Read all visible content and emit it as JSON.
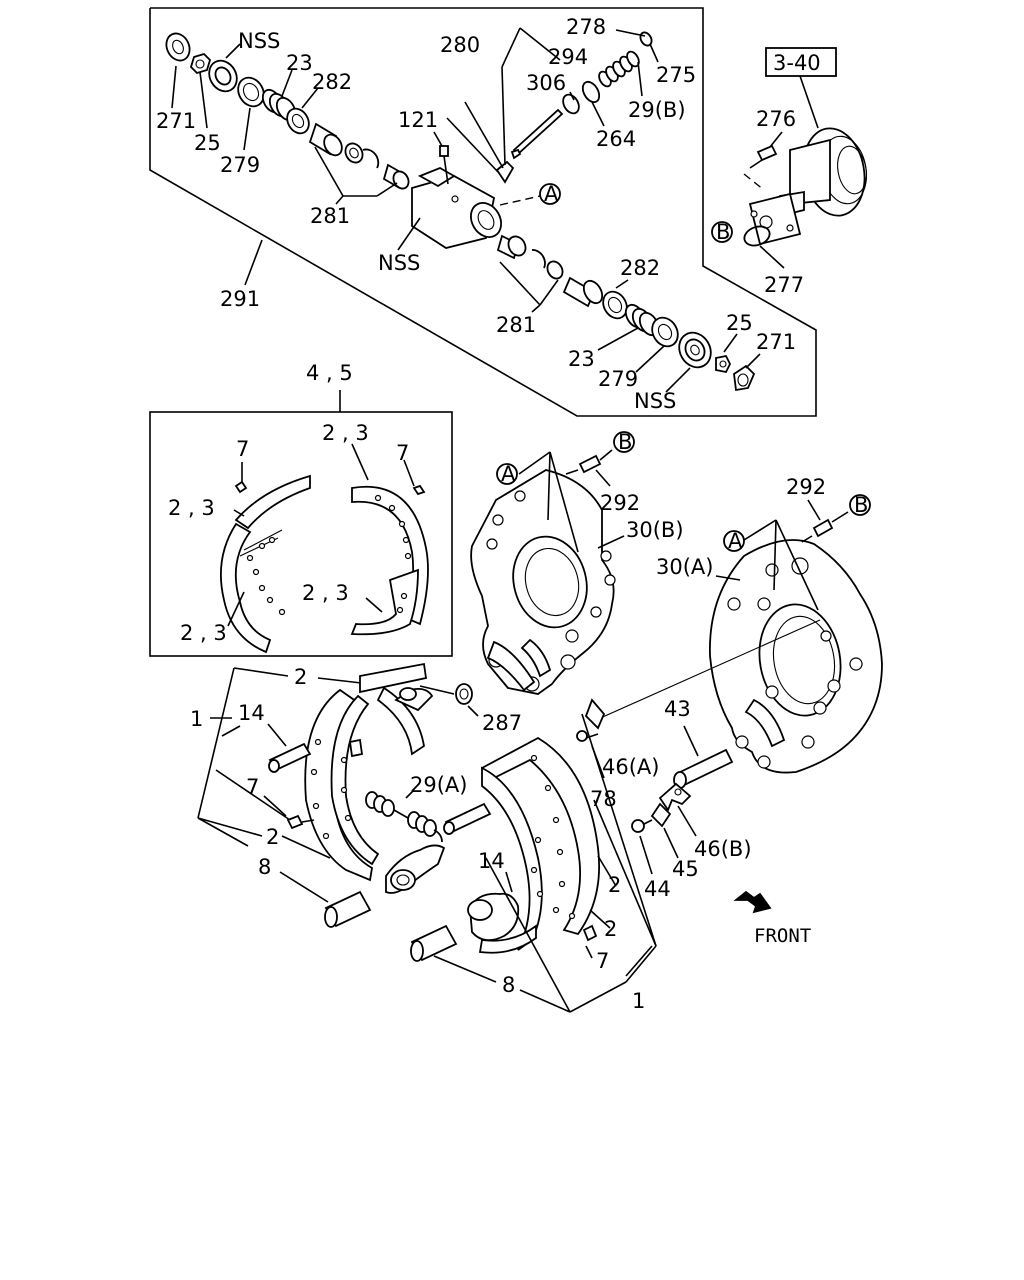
{
  "labels": {
    "nss_top": "NSS",
    "p23_top": "23",
    "p282_top": "282",
    "p271_top": "271",
    "p25_top": "25",
    "p279_top": "279",
    "p280": "280",
    "p278": "278",
    "p294": "294",
    "p306": "306",
    "p275": "275",
    "p29b": "29(B)",
    "p264": "264",
    "p121": "121",
    "p281_top": "281",
    "nss_mid": "NSS",
    "p291": "291",
    "p282_low": "282",
    "p281_low": "281",
    "p23_low": "23",
    "p279_low": "279",
    "nss_low": "NSS",
    "p25_low": "25",
    "p271_low": "271",
    "ref_box": "3-40",
    "p276": "276",
    "p277": "277",
    "p45_group": "4 , 5",
    "p23_box_tr": "2 , 3",
    "p7_box_l": "7",
    "p7_box_r": "7",
    "p23_box_l": "2 , 3",
    "p23_box_mr": "2 , 3",
    "p23_box_bl": "2 , 3",
    "p292_a": "292",
    "p30b": "30(B)",
    "p292_b": "292",
    "p30a": "30(A)",
    "p2_top": "2",
    "p1_left": "1",
    "p14_left": "14",
    "p287": "287",
    "p43": "43",
    "p7_left": "7",
    "p29a": "29(A)",
    "p46a": "46(A)",
    "p78": "78",
    "p2_left": "2",
    "p46b": "46(B)",
    "p44": "44",
    "p45": "45",
    "p8_left": "8",
    "p14_mid": "14",
    "p2_r1": "2",
    "p2_r2": "2",
    "p7_right": "7",
    "p8_bottom": "8",
    "p1_bottom": "1",
    "front": "FRONT"
  },
  "callouts": {
    "a1": "A",
    "b1": "B",
    "a2": "A",
    "b2": "B",
    "a3": "A",
    "b3": "B"
  }
}
